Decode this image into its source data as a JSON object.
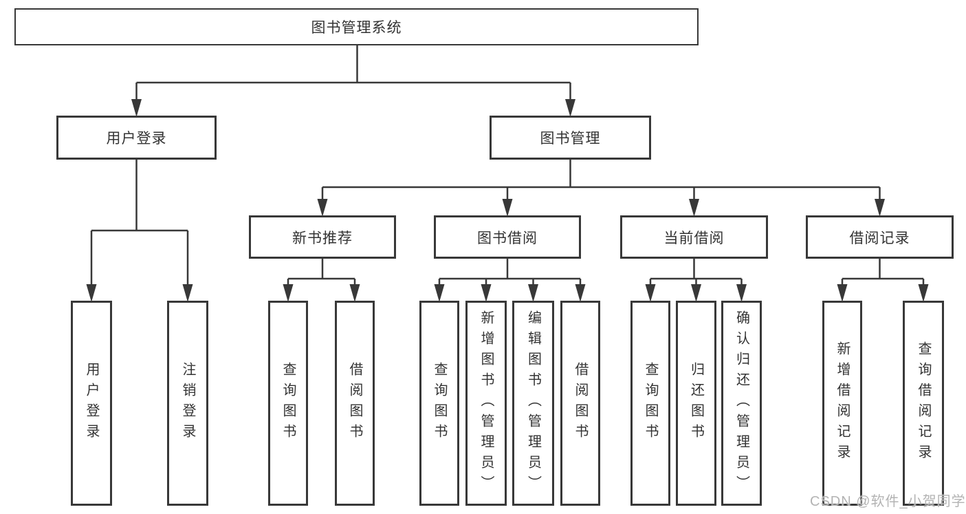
{
  "tree": {
    "root": {
      "label": "图书管理系统"
    },
    "level2": [
      {
        "id": "user-login",
        "label": "用户登录",
        "children": [
          {
            "label": "用户登录"
          },
          {
            "label": "注销登录"
          }
        ]
      },
      {
        "id": "book-management",
        "label": "图书管理",
        "children": [
          {
            "id": "new-book-recommendation",
            "label": "新书推荐",
            "children": [
              {
                "label": "查询图书"
              },
              {
                "label": "借阅图书"
              }
            ]
          },
          {
            "id": "book-borrowing",
            "label": "图书借阅",
            "children": [
              {
                "label": "查询图书"
              },
              {
                "label": "新增图书（管理员）"
              },
              {
                "label": "编辑图书（管理员）"
              },
              {
                "label": "借阅图书"
              }
            ]
          },
          {
            "id": "current-borrowing",
            "label": "当前借阅",
            "children": [
              {
                "label": "查询图书"
              },
              {
                "label": "归还图书"
              },
              {
                "label": "确认归还（管理员）"
              }
            ]
          },
          {
            "id": "borrowing-records",
            "label": "借阅记录",
            "children": [
              {
                "label": "新增借阅记录"
              },
              {
                "label": "查询借阅记录"
              }
            ]
          }
        ]
      }
    ]
  },
  "watermark": {
    "text": "CSDN @软件_小贺同学"
  },
  "colors": {
    "line": "#383838",
    "box_border": "#383838",
    "box_background": "#ffffff",
    "text": "#333333",
    "watermark": "#b3b3b3",
    "background": "#ffffff"
  }
}
